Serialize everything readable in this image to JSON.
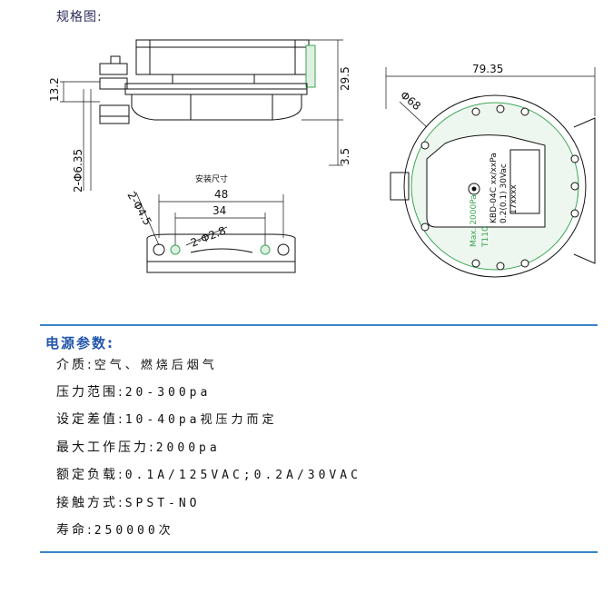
{
  "header": {
    "spec_title": "规格图:"
  },
  "dimensions": {
    "height_29_5": "29.5",
    "height_13_2": "13.2",
    "height_3_5": "3.5",
    "terminal": "2-Φ6.35",
    "width_79_35": "79.35",
    "dia_68": "Φ68",
    "mount_title": "安装尺寸",
    "mount_48": "48",
    "mount_34": "34",
    "hole_4_5": "2-Φ4.5",
    "hole_2_8": "2-Φ2.8"
  },
  "label_on_part": {
    "line1": "KBD-04C xx/xxPa",
    "line2": "0.2(0.1) 30Vac",
    "line3": "17xxxx",
    "line4": "Max. 2000Pa",
    "line5": "T110"
  },
  "params": {
    "section_title": "电源参数:",
    "rows": [
      {
        "label": "介质:",
        "value": "空气、燃烧后烟气"
      },
      {
        "label": "压力范围:",
        "value": "20-300pa"
      },
      {
        "label": "设定差值:",
        "value": "10-40pa视压力而定"
      },
      {
        "label": "最大工作压力:",
        "value": "2000pa"
      },
      {
        "label": "额定负载:",
        "value": "0.1A/125VAC;0.2A/30VAC"
      },
      {
        "label": "接触方式:",
        "value": "SPST-NO"
      },
      {
        "label": "寿命:",
        "value": "250000次"
      }
    ]
  },
  "colors": {
    "accent_blue": "#3a84c8",
    "section_blue": "#2255aa",
    "pcb_green": "#3aa655"
  }
}
